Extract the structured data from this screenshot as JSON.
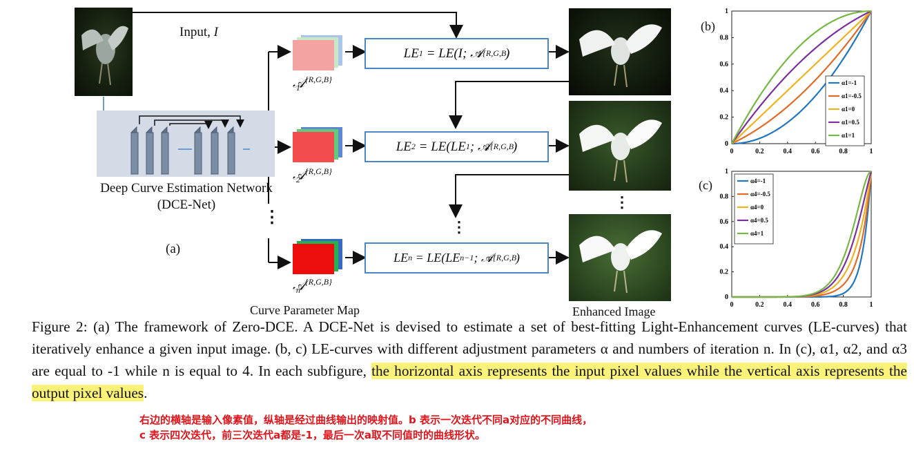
{
  "diagram": {
    "input_label": "Input, ",
    "input_symbol": "I",
    "network_label": [
      "Deep Curve Estimation Network",
      "(DCE-Net)"
    ],
    "panel_label_a": "(a)",
    "panel_label_b": "(b)",
    "panel_label_c": "(c)",
    "curve_parameter_map_label": "Curve Parameter Map",
    "enhanced_image_label": "Enhanced Image",
    "vdots": "⋮",
    "param_maps": [
      {
        "base": "𝒜",
        "sup": "{R,G,B}",
        "sub": "1",
        "front_color": "#f4a3a3"
      },
      {
        "base": "𝒜",
        "sup": "{R,G,B}",
        "sub": "2",
        "front_color": "#f24c4c"
      },
      {
        "base": "𝒜",
        "sup": "{R,G,B}",
        "sub": "n",
        "front_color": "#ee0d0d"
      }
    ],
    "le_boxes": [
      {
        "lhs": "LE",
        "lhs_sub": "1",
        "rhs": "= LE(I; 𝒜",
        "sup": "{R,G,B}",
        "sub": "1",
        "tail": ")"
      },
      {
        "lhs": "LE",
        "lhs_sub": "2",
        "rhs": "= LE(LE",
        "rhs_sub": "1",
        "mid": "; 𝒜",
        "sup": "{R,G,B}",
        "sub": "2",
        "tail": ")"
      },
      {
        "lhs": "LE",
        "lhs_sub": "n",
        "rhs": "= LE(LE",
        "rhs_sub": "n−1",
        "mid": "; 𝒜",
        "sup": "{R,G,B}",
        "sub": "n",
        "tail": ")"
      }
    ]
  },
  "chart_data": [
    {
      "type": "line",
      "panel": "(b)",
      "xlim": [
        0,
        1
      ],
      "ylim": [
        0,
        1
      ],
      "xticks": [
        "0",
        "0.2",
        "0.4",
        "0.6",
        "0.8",
        "1"
      ],
      "yticks": [
        "0",
        "0.2",
        "0.4",
        "0.6",
        "0.8",
        "1"
      ],
      "legend_position": "right",
      "series": [
        {
          "name": "α1=-1",
          "alpha": -1,
          "color": "#1f77c2"
        },
        {
          "name": "α1=-0.5",
          "alpha": -0.5,
          "color": "#e36a26"
        },
        {
          "name": "α1=0",
          "alpha": 0,
          "color": "#efb21e"
        },
        {
          "name": "α1=0.5",
          "alpha": 0.5,
          "color": "#7b2f9e"
        },
        {
          "name": "α1=1",
          "alpha": 1,
          "color": "#77b843"
        }
      ]
    },
    {
      "type": "line",
      "panel": "(c)",
      "xlim": [
        0,
        1
      ],
      "ylim": [
        0,
        1
      ],
      "xticks": [
        "0",
        "0.2",
        "0.4",
        "0.6",
        "0.8",
        "1"
      ],
      "yticks": [
        "0",
        "0.2",
        "0.4",
        "0.6",
        "0.8",
        "1"
      ],
      "legend_position": "top-left",
      "series": [
        {
          "name": "α4=-1",
          "alpha": -1,
          "color": "#1f77c2"
        },
        {
          "name": "α4=-0.5",
          "alpha": -0.5,
          "color": "#e36a26"
        },
        {
          "name": "α4=0",
          "alpha": 0,
          "color": "#efb21e"
        },
        {
          "name": "α4=0.5",
          "alpha": 0.5,
          "color": "#7b2f9e"
        },
        {
          "name": "α4=1",
          "alpha": 1,
          "color": "#77b843"
        }
      ]
    }
  ],
  "caption": {
    "part1": "Figure 2: (a) The framework of Zero-DCE. A DCE-Net is devised to estimate a set of best-fitting Light-Enhancement curves (LE-curves) that iteratively enhance a given input image. (b, c) LE-curves with different adjustment parameters α and numbers of iteration n. In (c), α1, α2, and α3 are equal to -1 while n is equal to 4. In each subfigure, ",
    "highlight": "the horizontal axis represents the input pixel values while the vertical axis represents the output pixel values",
    "part2": "."
  },
  "annotation": {
    "line1": "右边的横轴是输入像素值，纵轴是经过曲线输出的映射值。b 表示一次迭代不同a对应的不同曲线，",
    "line2": "c 表示四次迭代，前三次迭代a都是-1，最后一次a取不同值时的曲线形状。"
  }
}
